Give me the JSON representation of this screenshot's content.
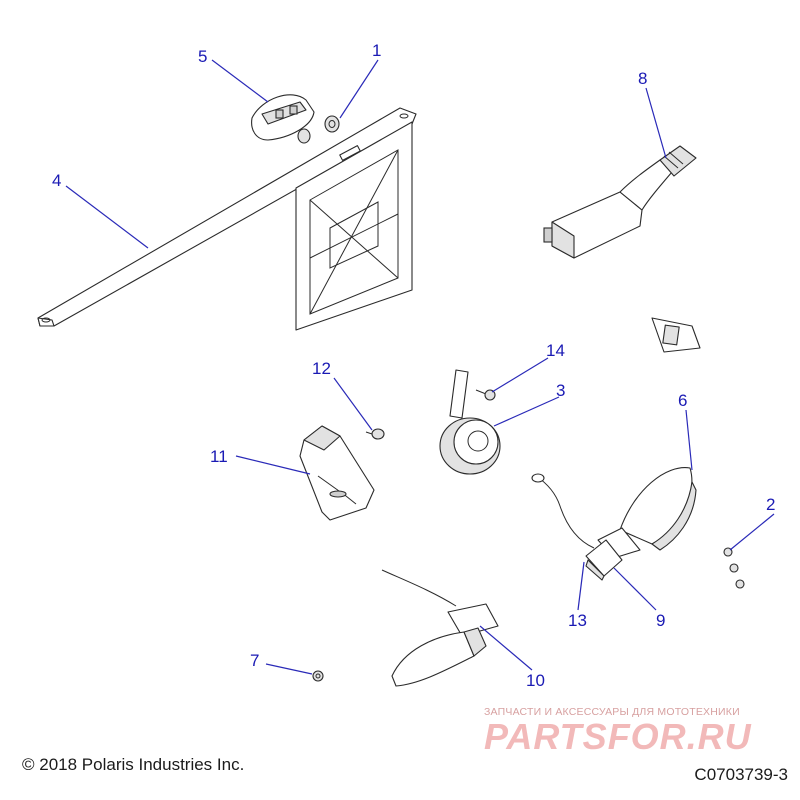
{
  "callouts": [
    {
      "id": "1",
      "part": "grommet"
    },
    {
      "id": "2",
      "part": "nut"
    },
    {
      "id": "3",
      "part": "horn"
    },
    {
      "id": "4",
      "part": "mounting-bracket"
    },
    {
      "id": "5",
      "part": "plate-light"
    },
    {
      "id": "6",
      "part": "turn-signal-right"
    },
    {
      "id": "7",
      "part": "nut"
    },
    {
      "id": "8",
      "part": "switch-harness"
    },
    {
      "id": "9",
      "part": "signal-mount"
    },
    {
      "id": "10",
      "part": "turn-signal-left"
    },
    {
      "id": "11",
      "part": "relay"
    },
    {
      "id": "12",
      "part": "screw"
    },
    {
      "id": "13",
      "part": "connector"
    },
    {
      "id": "14",
      "part": "screw"
    }
  ],
  "footer": {
    "copyright": "© 2018 Polaris Industries Inc.",
    "drawing_code": "C0703739-3"
  },
  "watermark": {
    "tagline": "ЗАПЧАСТИ И АКСЕССУАРЫ ДЛЯ МОТОТЕХНИКИ",
    "brand": "PARTSFOR.RU"
  },
  "colors": {
    "callout": "#1a1ab4",
    "line_art": "#2b2b2b",
    "watermark": "#f2b9b9"
  }
}
